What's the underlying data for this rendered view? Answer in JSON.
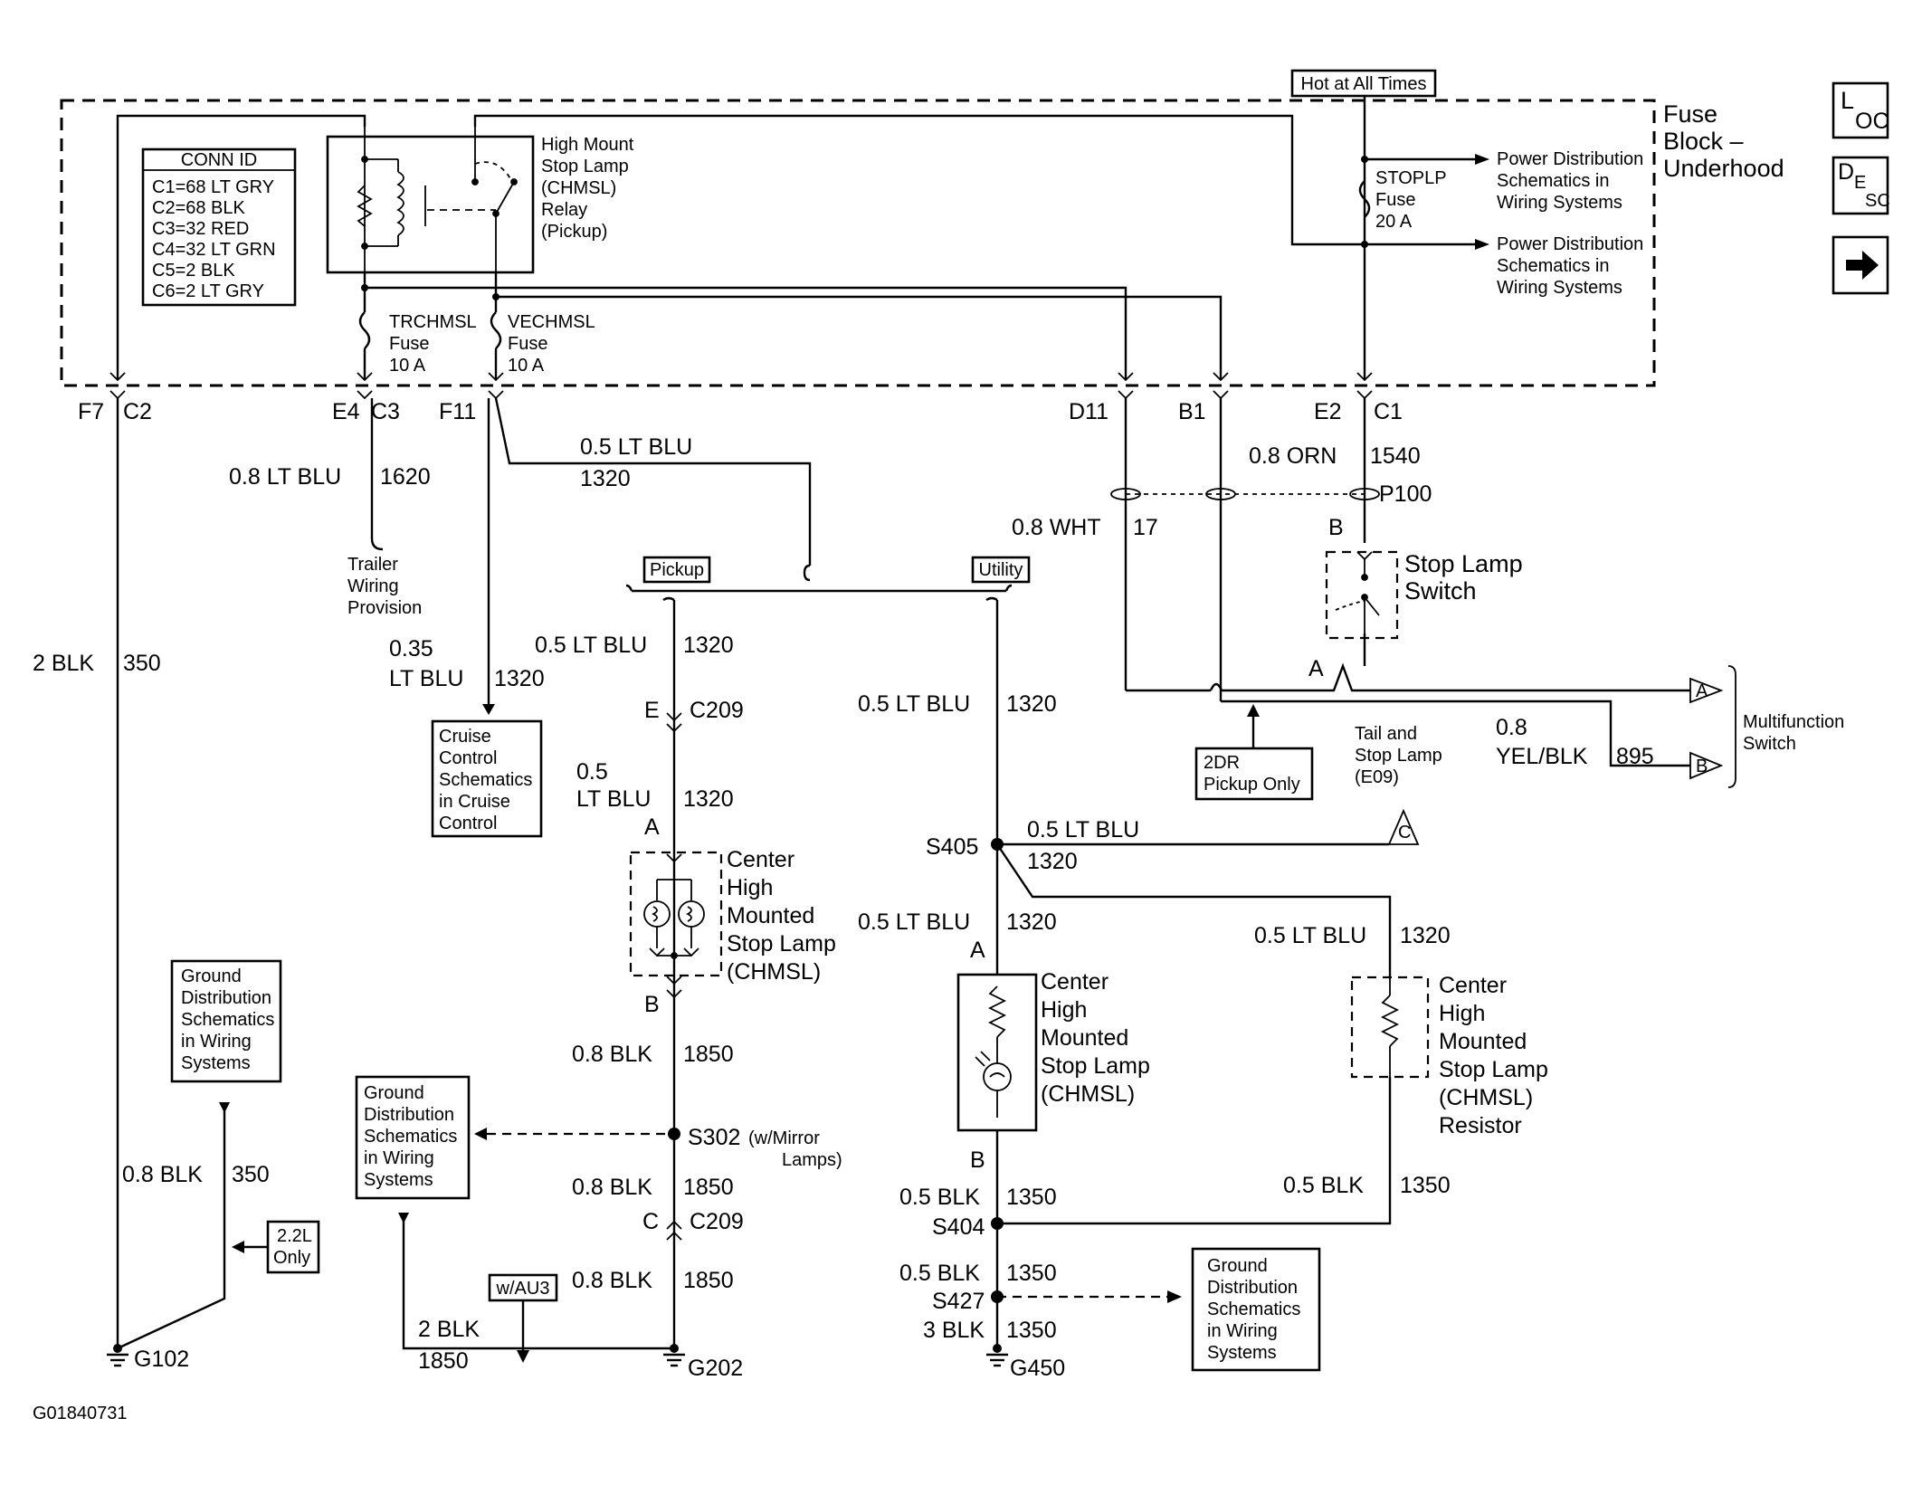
{
  "diagram_id": "G01840731",
  "hot_label": "Hot at All Times",
  "fuse_block": {
    "line1": "Fuse",
    "line2": "Block –",
    "line3": "Underhood"
  },
  "nav": {
    "loc_main": "L",
    "loc_sub": "OC",
    "desc_main": "D",
    "desc_sup": "E",
    "desc_sub": "SC"
  },
  "conn_id": {
    "title": "CONN ID",
    "rows": [
      "C1=68 LT GRY",
      "C2=68 BLK",
      "C3=32 RED",
      "C4=32 LT GRN",
      "C5=2 BLK",
      "C6=2 LT GRY"
    ]
  },
  "relay_label": [
    "High Mount",
    "Stop Lamp",
    "(CHMSL)",
    "Relay",
    "(Pickup)"
  ],
  "fuses": {
    "trchmsl": [
      "TRCHMSL",
      "Fuse",
      "10 A"
    ],
    "vechmsl": [
      "VECHMSL",
      "Fuse",
      "10 A"
    ],
    "stoplp": [
      "STOPLP",
      "Fuse",
      "20 A"
    ]
  },
  "power_dist": [
    [
      "Power Distribution",
      "Schematics in",
      "Wiring Systems"
    ],
    [
      "Power Distribution",
      "Schematics in",
      "Wiring Systems"
    ]
  ],
  "terminals": {
    "f7": "F7",
    "c2": "C2",
    "e4": "E4",
    "c3": "C3",
    "f11": "F11",
    "d11": "D11",
    "b1": "B1",
    "e2": "E2",
    "c1": "C1"
  },
  "wires": {
    "w_ltblu_1620": "0.8 LT BLU",
    "c_1620": "1620",
    "w_ltblu_1320_top": "0.5 LT BLU",
    "c_1320_top": "1320",
    "w_2blk": "2 BLK",
    "c_350": "350",
    "w_035": "0.35",
    "w_ltblu": "LT BLU",
    "c_1320_cruise": "1320",
    "w_orn": "0.8 ORN",
    "c_1540": "1540",
    "p100": "P100",
    "b_term": "B",
    "w_wht": "0.8 WHT",
    "c_17": "17",
    "w_yelblk_1": "0.8",
    "w_yelblk_2": "YEL/BLK",
    "c_895": "895"
  },
  "trailer": [
    "Trailer",
    "Wiring",
    "Provision"
  ],
  "cruise": [
    "Cruise",
    "Control",
    "Schematics",
    "in Cruise",
    "Control"
  ],
  "pickup_tag": "Pickup",
  "utility_tag": "Utility",
  "stop_switch": [
    "Stop Lamp",
    "Switch"
  ],
  "switch_a": "A",
  "multifunction": [
    "Multifunction",
    "Switch"
  ],
  "conn_a": "A",
  "conn_b": "B",
  "conn_c": "C",
  "tail_stop": [
    "Tail and",
    "Stop Lamp",
    "(E09)"
  ],
  "two_dr": [
    "2DR",
    "Pickup Only"
  ],
  "pickup": {
    "w1": "0.5 LT BLU",
    "c1": "1320",
    "e": "E",
    "c209a": "C209",
    "w2a": "0.5",
    "w2b": "LT BLU",
    "c2": "1320",
    "a": "A",
    "lamp": [
      "Center",
      "High",
      "Mounted",
      "Stop Lamp",
      "(CHMSL)"
    ],
    "b": "B",
    "w3": "0.8 BLK",
    "c3": "1850",
    "s302": "S302",
    "s302_note": [
      "(w/Mirror",
      "Lamps)"
    ],
    "w4": "0.8 BLK",
    "c4": "1850",
    "c": "C",
    "c209b": "C209",
    "w5": "0.8 BLK",
    "c5": "1850",
    "au3": "w/AU3",
    "w6": "2 BLK",
    "c6": "1850",
    "g202": "G202"
  },
  "utility": {
    "w1": "0.5 LT BLU",
    "c1": "1320",
    "s405": "S405",
    "w_c": "0.5 LT BLU",
    "c_c": "1320",
    "w2": "0.5 LT BLU",
    "c2": "1320",
    "a": "A",
    "lamp": [
      "Center",
      "High",
      "Mounted",
      "Stop Lamp",
      "(CHMSL)"
    ],
    "b": "B",
    "w3": "0.5 BLK",
    "c3": "1350",
    "s404": "S404",
    "w4": "0.5 BLK",
    "c4": "1350",
    "s427": "S427",
    "w5": "3 BLK",
    "c5": "1350",
    "g450": "G450"
  },
  "resistor": {
    "w1": "0.5 LT BLU",
    "c1": "1320",
    "label": [
      "Center",
      "High",
      "Mounted",
      "Stop Lamp",
      "(CHMSL)",
      "Resistor"
    ],
    "w2": "0.5 BLK",
    "c2": "1350"
  },
  "left_ground": {
    "gd": [
      "Ground",
      "Distribution",
      "Schematics",
      "in Wiring",
      "Systems"
    ],
    "w": "0.8 BLK",
    "c": "350",
    "only": [
      "2.2L",
      "Only"
    ],
    "g102": "G102"
  },
  "ground_dist_mid": [
    "Ground",
    "Distribution",
    "Schematics",
    "in Wiring",
    "Systems"
  ],
  "ground_dist_right": [
    "Ground",
    "Distribution",
    "Schematics",
    "in Wiring",
    "Systems"
  ]
}
